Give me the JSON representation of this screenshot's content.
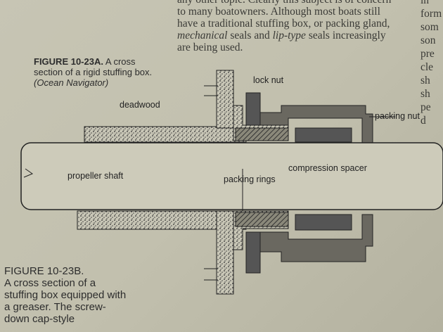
{
  "body_text": {
    "lines": [
      "any other topic. Clearly this subject is of concern",
      "to many boatowners. Although most boats still",
      "have a traditional stuffing box, or packing gland,"
    ],
    "line4_italic1": "mechanical",
    "line4_mid": " seals and ",
    "line4_italic2": "lip-type",
    "line4_end": " seals increasingly",
    "line5": "are being used."
  },
  "side_column": [
    "in",
    "form",
    "som",
    "son",
    "pre",
    "cle",
    "sh",
    "sh",
    "pe",
    "d"
  ],
  "figure_a": {
    "label": "FIGURE 10-23A.",
    "text": " A cross section of a rigid stuffing box.",
    "source": "(Ocean Navigator)"
  },
  "figure_b": {
    "label": "FIGURE 10-23B.",
    "text": "A cross section of a stuffing box equipped with a greaser. The screw-down cap-style"
  },
  "diagram_labels": {
    "lock_nut": "lock nut",
    "deadwood": "deadwood",
    "packing_nut": "packing nut",
    "propeller_shaft": "propeller shaft",
    "packing_rings": "packing rings",
    "compression_spacer": "compression spacer"
  }
}
